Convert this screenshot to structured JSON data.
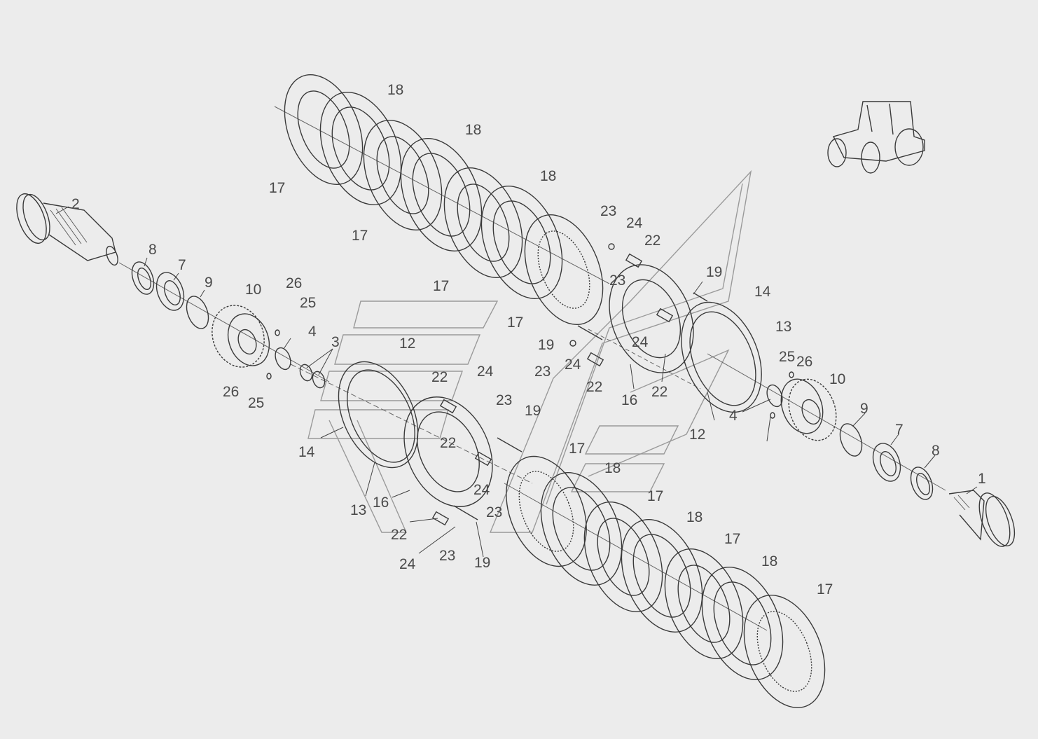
{
  "diagram": {
    "callouts": [
      {
        "id": "c1",
        "text": "1"
      },
      {
        "id": "c2",
        "text": "2"
      },
      {
        "id": "c3a",
        "text": "3"
      },
      {
        "id": "c4a",
        "text": "4"
      },
      {
        "id": "c4b",
        "text": "4"
      },
      {
        "id": "c7a",
        "text": "7"
      },
      {
        "id": "c7b",
        "text": "7"
      },
      {
        "id": "c8a",
        "text": "8"
      },
      {
        "id": "c8b",
        "text": "8"
      },
      {
        "id": "c9a",
        "text": "9"
      },
      {
        "id": "c9b",
        "text": "9"
      },
      {
        "id": "c10a",
        "text": "10"
      },
      {
        "id": "c10b",
        "text": "10"
      },
      {
        "id": "c12a",
        "text": "12"
      },
      {
        "id": "c12b",
        "text": "12"
      },
      {
        "id": "c13a",
        "text": "13"
      },
      {
        "id": "c13b",
        "text": "13"
      },
      {
        "id": "c14a",
        "text": "14"
      },
      {
        "id": "c14b",
        "text": "14"
      },
      {
        "id": "c16a",
        "text": "16"
      },
      {
        "id": "c16b",
        "text": "16"
      },
      {
        "id": "c17a",
        "text": "17"
      },
      {
        "id": "c17b",
        "text": "17"
      },
      {
        "id": "c17c",
        "text": "17"
      },
      {
        "id": "c17d",
        "text": "17"
      },
      {
        "id": "c17e",
        "text": "17"
      },
      {
        "id": "c17f",
        "text": "17"
      },
      {
        "id": "c17g",
        "text": "17"
      },
      {
        "id": "c17h",
        "text": "17"
      },
      {
        "id": "c18a",
        "text": "18"
      },
      {
        "id": "c18b",
        "text": "18"
      },
      {
        "id": "c18c",
        "text": "18"
      },
      {
        "id": "c18d",
        "text": "18"
      },
      {
        "id": "c18e",
        "text": "18"
      },
      {
        "id": "c18f",
        "text": "18"
      },
      {
        "id": "c19a",
        "text": "19"
      },
      {
        "id": "c19b",
        "text": "19"
      },
      {
        "id": "c19c",
        "text": "19"
      },
      {
        "id": "c19d",
        "text": "19"
      },
      {
        "id": "c22a",
        "text": "22"
      },
      {
        "id": "c22b",
        "text": "22"
      },
      {
        "id": "c22c",
        "text": "22"
      },
      {
        "id": "c22d",
        "text": "22"
      },
      {
        "id": "c22e",
        "text": "22"
      },
      {
        "id": "c22f",
        "text": "22"
      },
      {
        "id": "c23a",
        "text": "23"
      },
      {
        "id": "c23b",
        "text": "23"
      },
      {
        "id": "c23c",
        "text": "23"
      },
      {
        "id": "c23d",
        "text": "23"
      },
      {
        "id": "c23e",
        "text": "23"
      },
      {
        "id": "c23f",
        "text": "23"
      },
      {
        "id": "c24a",
        "text": "24"
      },
      {
        "id": "c24b",
        "text": "24"
      },
      {
        "id": "c24c",
        "text": "24"
      },
      {
        "id": "c24d",
        "text": "24"
      },
      {
        "id": "c24e",
        "text": "24"
      },
      {
        "id": "c24f",
        "text": "24"
      },
      {
        "id": "c25a",
        "text": "25"
      },
      {
        "id": "c25b",
        "text": "25"
      },
      {
        "id": "c25c",
        "text": "25"
      },
      {
        "id": "c26a",
        "text": "26"
      },
      {
        "id": "c26b",
        "text": "26"
      },
      {
        "id": "c26c",
        "text": "26"
      }
    ]
  },
  "colors": {
    "background": "#ececec",
    "line": "#3a3a3a",
    "label": "#4a4a4a",
    "watermark": "#9a9a9a"
  },
  "icons": {
    "machine": "tractor-icon"
  }
}
